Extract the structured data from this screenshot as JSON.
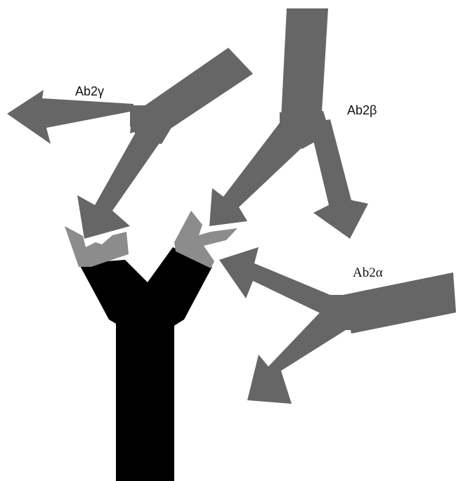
{
  "labels": {
    "ab2_gamma": "Ab2γ",
    "ab2_beta": "Ab2β",
    "ab2_alpha": "Ab2α"
  },
  "colors": {
    "background": "#ffffff",
    "antibody_ab1": "#000000",
    "antibody_ab2": "#666666",
    "binding_site": "#8c8c8c"
  }
}
